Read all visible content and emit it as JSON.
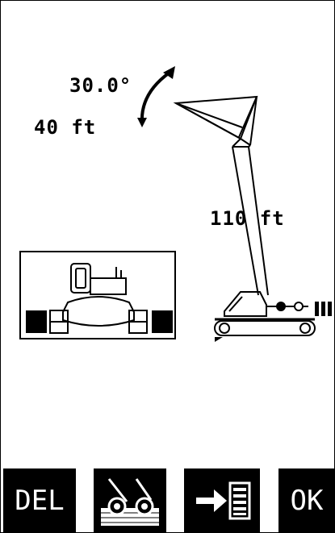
{
  "crane": {
    "jib_angle": "30.0°",
    "jib_length": "40 ft",
    "boom_length": "110 ft"
  },
  "softkeys": {
    "del_label": "DEL",
    "ok_label": "OK"
  },
  "icons": {
    "angle_arrow": "curved-double-arrow-icon",
    "crane": "crawler-crane-icon",
    "undercarriage": "undercarriage-config-icon",
    "wheels": "tracks-on-ground-icon",
    "arrow_to_list": "arrow-to-list-icon"
  }
}
